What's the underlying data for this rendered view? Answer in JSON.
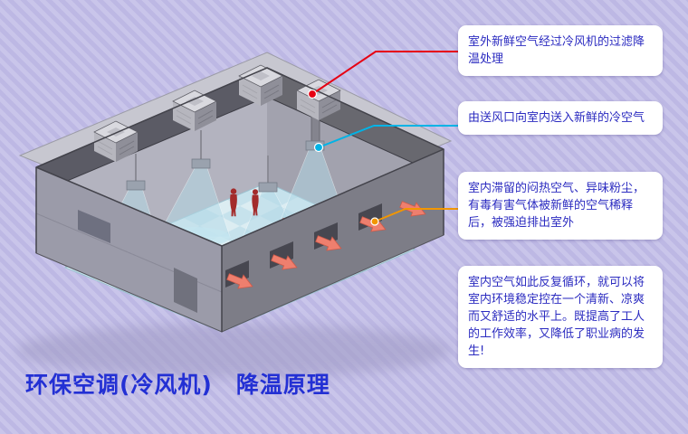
{
  "page": {
    "title": "环保空调(冷风机)　降温原理"
  },
  "callouts": [
    {
      "text": "室外新鲜空气经过冷风机的过滤降温处理",
      "connector_color": "#e60012"
    },
    {
      "text": "由送风口向室内送入新鲜的冷空气",
      "connector_color": "#00b3e6"
    },
    {
      "text": "室内滞留的闷热空气、异味粉尘，有毒有害气体被新鲜的空气稀释后，被强迫排出室外",
      "connector_color": "#f29600"
    },
    {
      "text": "室内空气如此反复循环，就可以将室内环境稳定控在一个清新、凉爽而又舒适的水平上。既提高了工人的工作效率，又降低了职业病的发生!",
      "connector_color": null
    }
  ],
  "colors": {
    "title_text": "#2330d4",
    "callout_text": "#2b2bc0",
    "background_stripe_light": "#c9c5ea",
    "background_stripe_dark": "#bdb8e4",
    "exhaust_arrow": "#ee7f6e",
    "cool_air_cone": "#b2d8e6",
    "building_roof": "#c7c7d0",
    "building_wall": "#9b9ba9"
  }
}
